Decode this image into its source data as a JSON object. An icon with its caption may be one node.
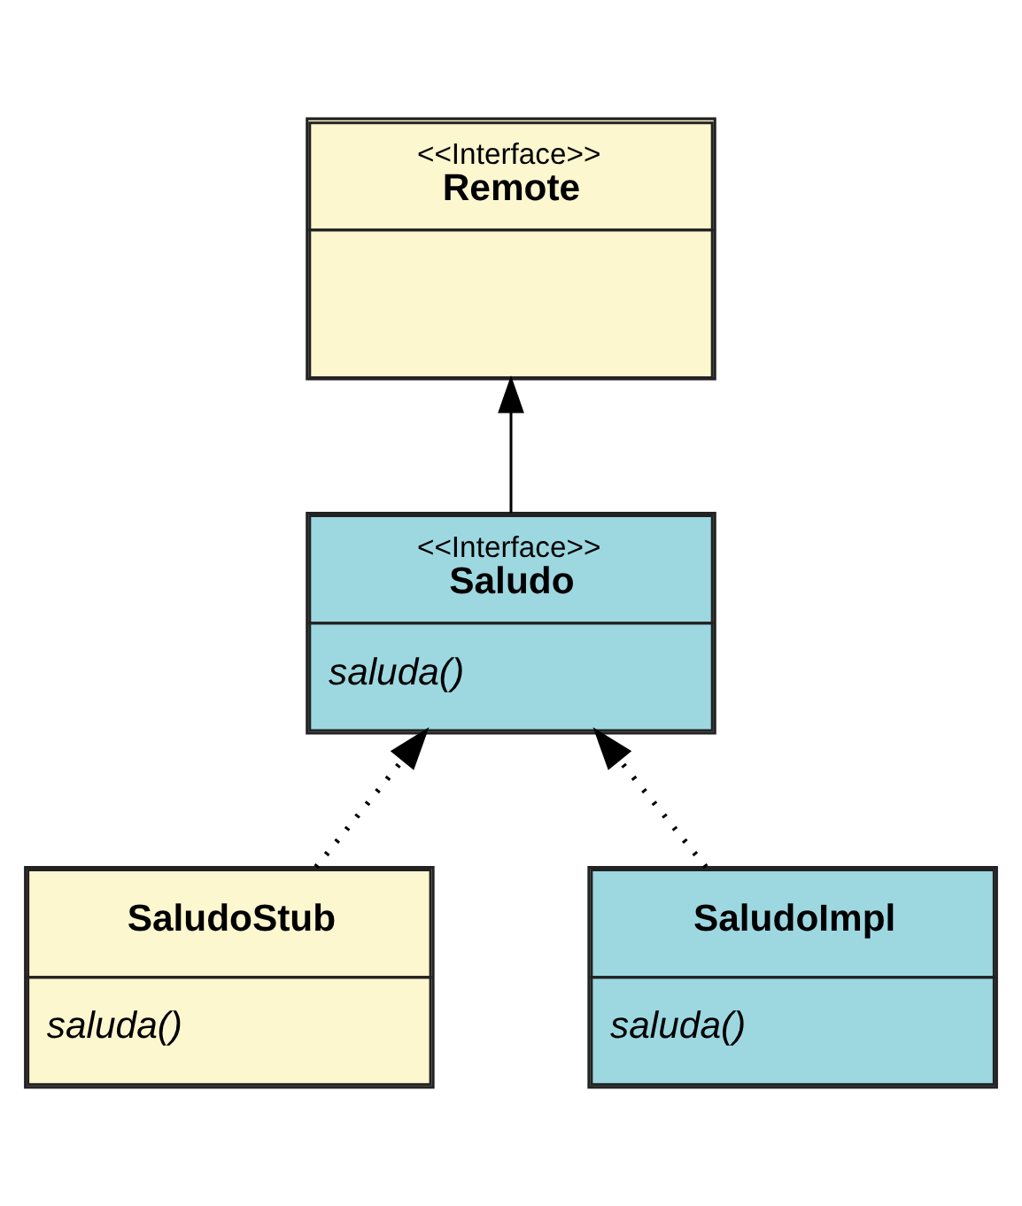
{
  "diagram": {
    "nodes": [
      {
        "text": [
          "<<Interface>>",
          "Remote"
        ]
      },
      {
        "text": [
          "<<Interface>>",
          "Saludo",
          "saluda()"
        ]
      },
      {
        "text": [
          "SaludoStub",
          "saluda()"
        ]
      },
      {
        "text": [
          "SaludoImpl",
          "saluda()"
        ]
      }
    ],
    "edges": [
      {
        "from": 1,
        "to": 0,
        "arrow": "to"
      },
      {
        "from": 2,
        "to": 1,
        "arrow": "to",
        "style": "dashed"
      },
      {
        "from": 3,
        "to": 1,
        "arrow": "to",
        "style": "dashed"
      }
    ]
  }
}
